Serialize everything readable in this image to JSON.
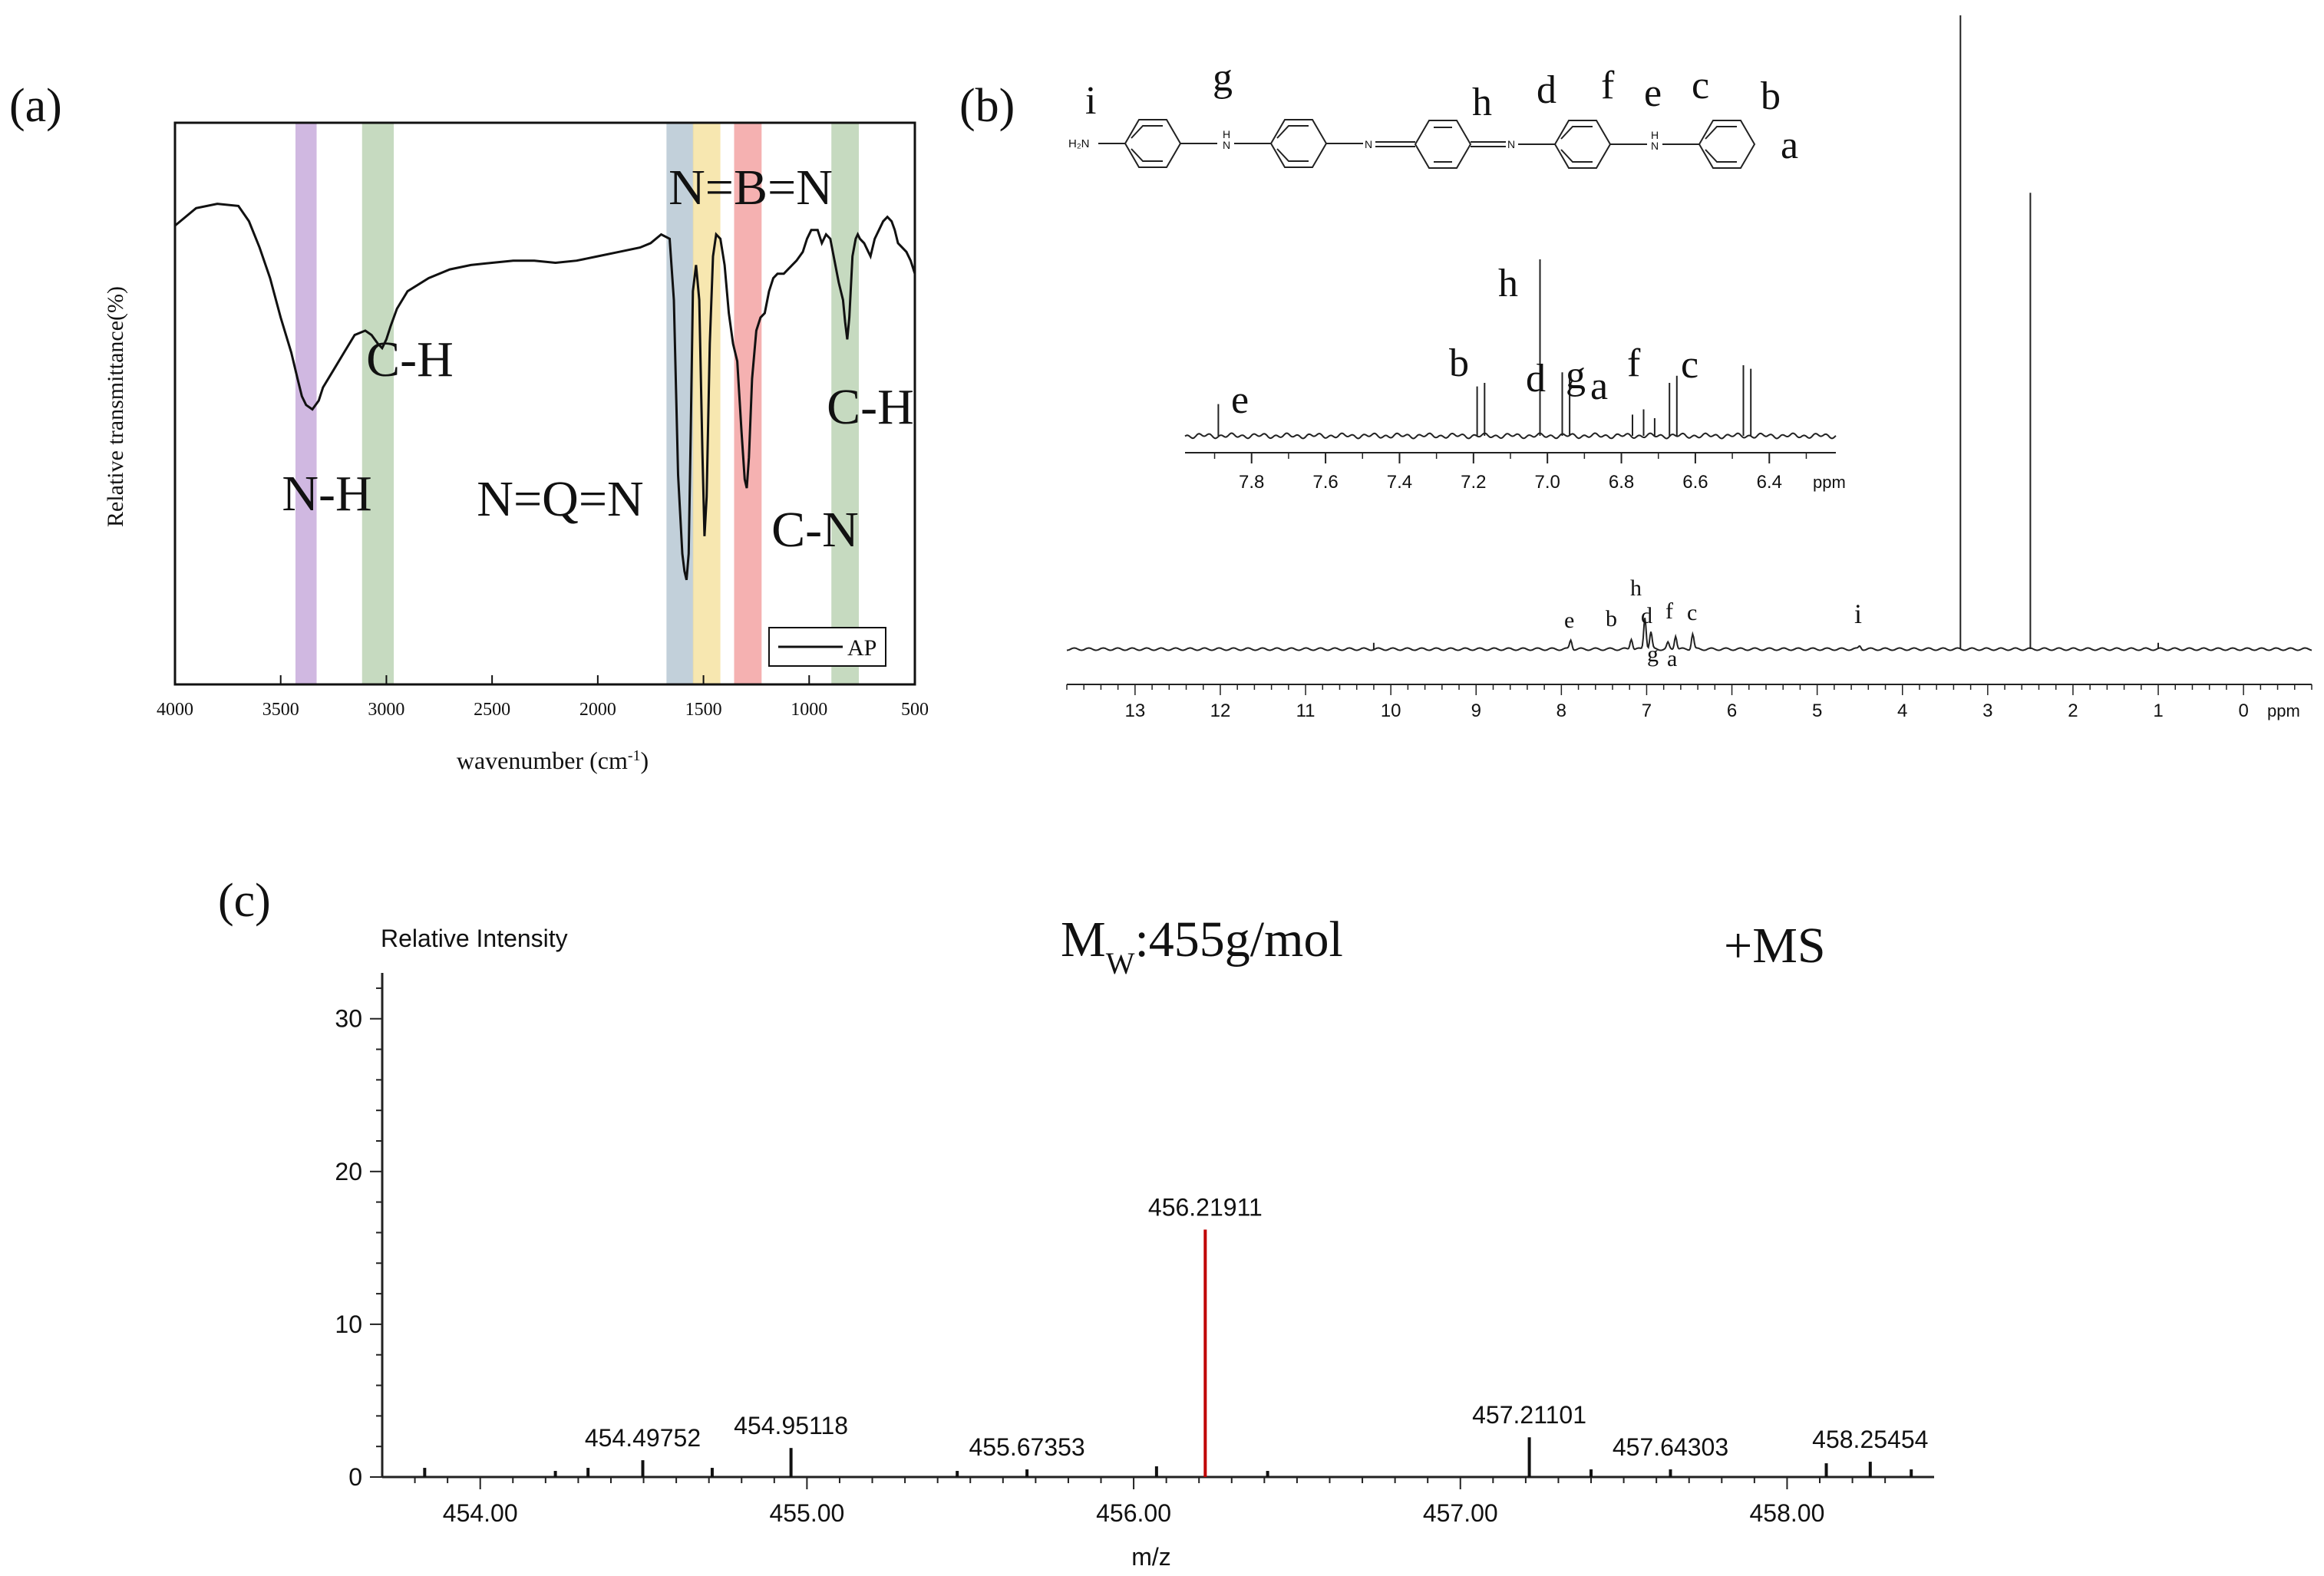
{
  "chart_data": [
    {
      "panel_label": "(a)",
      "type": "line",
      "xlabel": "wavenumber (cm",
      "xlabel_sup": "-1",
      "xlabel_close": ")",
      "ylabel": "Relative transmittance(%)",
      "xlim": [
        4000,
        500
      ],
      "x_reversed": true,
      "ylim": [
        0,
        100
      ],
      "x_ticks": [
        4000,
        3500,
        3000,
        2500,
        2000,
        1500,
        1000,
        500
      ],
      "legend": {
        "label": "AP",
        "placement": "bottom-right"
      },
      "series": [
        {
          "name": "AP",
          "color": "#111111",
          "points": [
            [
              4000,
              87
            ],
            [
              3900,
              91
            ],
            [
              3800,
              92
            ],
            [
              3700,
              91.5
            ],
            [
              3650,
              88
            ],
            [
              3600,
              82
            ],
            [
              3550,
              75
            ],
            [
              3500,
              66
            ],
            [
              3450,
              58
            ],
            [
              3420,
              52
            ],
            [
              3400,
              48
            ],
            [
              3380,
              46
            ],
            [
              3350,
              45
            ],
            [
              3320,
              47
            ],
            [
              3300,
              50
            ],
            [
              3250,
              54
            ],
            [
              3200,
              58
            ],
            [
              3150,
              62
            ],
            [
              3100,
              63
            ],
            [
              3070,
              62
            ],
            [
              3040,
              60
            ],
            [
              3020,
              59
            ],
            [
              3000,
              61
            ],
            [
              2980,
              64
            ],
            [
              2950,
              68
            ],
            [
              2900,
              72
            ],
            [
              2800,
              75
            ],
            [
              2700,
              77
            ],
            [
              2600,
              78
            ],
            [
              2500,
              78.5
            ],
            [
              2400,
              79
            ],
            [
              2300,
              79
            ],
            [
              2200,
              78.5
            ],
            [
              2100,
              79
            ],
            [
              2000,
              80
            ],
            [
              1900,
              81
            ],
            [
              1800,
              82
            ],
            [
              1750,
              83
            ],
            [
              1700,
              85
            ],
            [
              1660,
              84
            ],
            [
              1640,
              70
            ],
            [
              1620,
              30
            ],
            [
              1600,
              12
            ],
            [
              1590,
              8
            ],
            [
              1580,
              6
            ],
            [
              1570,
              12
            ],
            [
              1560,
              40
            ],
            [
              1550,
              72
            ],
            [
              1535,
              78
            ],
            [
              1520,
              70
            ],
            [
              1505,
              35
            ],
            [
              1495,
              16
            ],
            [
              1485,
              25
            ],
            [
              1470,
              60
            ],
            [
              1455,
              80
            ],
            [
              1440,
              85
            ],
            [
              1420,
              84
            ],
            [
              1400,
              78
            ],
            [
              1380,
              67
            ],
            [
              1360,
              60
            ],
            [
              1340,
              56
            ],
            [
              1320,
              40
            ],
            [
              1305,
              29
            ],
            [
              1295,
              27
            ],
            [
              1285,
              34
            ],
            [
              1270,
              52
            ],
            [
              1250,
              63
            ],
            [
              1230,
              66
            ],
            [
              1210,
              67
            ],
            [
              1190,
              72
            ],
            [
              1170,
              75
            ],
            [
              1150,
              76
            ],
            [
              1120,
              76
            ],
            [
              1100,
              77
            ],
            [
              1060,
              79
            ],
            [
              1030,
              81
            ],
            [
              1010,
              84
            ],
            [
              990,
              86
            ],
            [
              960,
              86
            ],
            [
              940,
              83
            ],
            [
              920,
              85
            ],
            [
              900,
              84
            ],
            [
              880,
              79
            ],
            [
              860,
              74
            ],
            [
              840,
              70
            ],
            [
              830,
              65
            ],
            [
              820,
              61
            ],
            [
              810,
              66
            ],
            [
              795,
              80
            ],
            [
              780,
              84
            ],
            [
              770,
              85
            ],
            [
              760,
              84
            ],
            [
              740,
              83
            ],
            [
              720,
              81
            ],
            [
              710,
              80
            ],
            [
              690,
              84
            ],
            [
              670,
              86
            ],
            [
              650,
              88
            ],
            [
              630,
              89
            ],
            [
              610,
              88
            ],
            [
              595,
              86
            ],
            [
              580,
              83
            ],
            [
              560,
              82
            ],
            [
              540,
              81
            ],
            [
              520,
              79
            ],
            [
              500,
              76
            ]
          ]
        }
      ],
      "bands": [
        {
          "center": 3380,
          "width": 100,
          "color": "#c8acdc"
        },
        {
          "center": 3040,
          "width": 150,
          "color": "#bcd3b5"
        },
        {
          "center": 1610,
          "width": 130,
          "color": "#b7c8d4"
        },
        {
          "center": 1485,
          "width": 130,
          "color": "#f6e3a2"
        },
        {
          "center": 1290,
          "width": 130,
          "color": "#f3a3a3"
        },
        {
          "center": 830,
          "width": 130,
          "color": "#bcd3b5"
        }
      ],
      "annotations": [
        "N-H",
        "C-H",
        "N=Q=N",
        "N=B=N",
        "C-N",
        "C-H"
      ]
    },
    {
      "panel_label": "(b)",
      "type": "line",
      "xlabel": "ppm",
      "xlim": [
        13.8,
        -0.8
      ],
      "x_reversed": true,
      "x_ticks": [
        13,
        12,
        11,
        10,
        9,
        8,
        7,
        6,
        5,
        4,
        3,
        2,
        1,
        0
      ],
      "structure_labels": [
        "i",
        "g",
        "h",
        "d",
        "f",
        "e",
        "c",
        "b",
        "a"
      ],
      "structure_atoms": [
        "H₂N",
        "H",
        "N",
        "N",
        "N",
        "H",
        "N"
      ],
      "peaks": [
        {
          "ppm": 3.32,
          "intensity": 100
        },
        {
          "ppm": 2.5,
          "intensity": 72
        },
        {
          "ppm": 10.2,
          "intensity": 1
        },
        {
          "ppm": 1.0,
          "intensity": 1
        }
      ],
      "peak_labels": [
        "e",
        "b",
        "h",
        "d",
        "f",
        "c",
        "g",
        "a",
        "i"
      ],
      "inset": {
        "xlabel": "ppm",
        "xlim": [
          7.98,
          6.22
        ],
        "x_ticks": [
          7.8,
          7.6,
          7.4,
          7.2,
          7.0,
          6.8,
          6.6,
          6.4
        ],
        "peaks": [
          {
            "ppm": 7.89,
            "intensity": 18
          },
          {
            "ppm": 7.19,
            "intensity": 28
          },
          {
            "ppm": 7.17,
            "intensity": 30
          },
          {
            "ppm": 7.02,
            "intensity": 100
          },
          {
            "ppm": 6.96,
            "intensity": 36
          },
          {
            "ppm": 6.94,
            "intensity": 32
          },
          {
            "ppm": 6.77,
            "intensity": 12
          },
          {
            "ppm": 6.74,
            "intensity": 15
          },
          {
            "ppm": 6.71,
            "intensity": 10
          },
          {
            "ppm": 6.67,
            "intensity": 30
          },
          {
            "ppm": 6.65,
            "intensity": 34
          },
          {
            "ppm": 6.47,
            "intensity": 40
          },
          {
            "ppm": 6.45,
            "intensity": 38
          }
        ],
        "peak_labels": [
          "e",
          "b",
          "h",
          "d",
          "g",
          "a",
          "f",
          "c"
        ]
      }
    },
    {
      "panel_label": "(c)",
      "type": "bar",
      "subtype": "mass-spectrum",
      "title_main": "M",
      "title_sub": "W",
      "title_rest": ":455g/mol",
      "mode_label": "+MS",
      "ylabel": "Relative Intensity",
      "xlabel": "m/z",
      "xlim": [
        453.7,
        458.45
      ],
      "ylim": [
        0,
        33
      ],
      "y_ticks": [
        0,
        10,
        20,
        30
      ],
      "x_ticks": [
        "454.00",
        "455.00",
        "456.00",
        "457.00",
        "458.00"
      ],
      "x_tick_values": [
        454,
        455,
        456,
        457,
        458
      ],
      "peaks": [
        {
          "mz": 454.49752,
          "intensity": 1.1,
          "label": "454.49752"
        },
        {
          "mz": 454.95118,
          "intensity": 1.9,
          "label": "454.95118"
        },
        {
          "mz": 455.67353,
          "intensity": 0.5,
          "label": "455.67353"
        },
        {
          "mz": 456.21911,
          "intensity": 16.2,
          "label": "456.21911",
          "color": "#c00000"
        },
        {
          "mz": 457.21101,
          "intensity": 2.6,
          "label": "457.21101"
        },
        {
          "mz": 457.64303,
          "intensity": 0.5,
          "label": "457.64303"
        },
        {
          "mz": 458.25454,
          "intensity": 1.0,
          "label": "458.25454"
        },
        {
          "mz": 453.83,
          "intensity": 0.6
        },
        {
          "mz": 454.23,
          "intensity": 0.4
        },
        {
          "mz": 454.33,
          "intensity": 0.6
        },
        {
          "mz": 454.71,
          "intensity": 0.6
        },
        {
          "mz": 455.46,
          "intensity": 0.4
        },
        {
          "mz": 456.07,
          "intensity": 0.7
        },
        {
          "mz": 456.41,
          "intensity": 0.4
        },
        {
          "mz": 457.4,
          "intensity": 0.5
        },
        {
          "mz": 458.12,
          "intensity": 0.9
        },
        {
          "mz": 458.38,
          "intensity": 0.5
        }
      ]
    }
  ]
}
